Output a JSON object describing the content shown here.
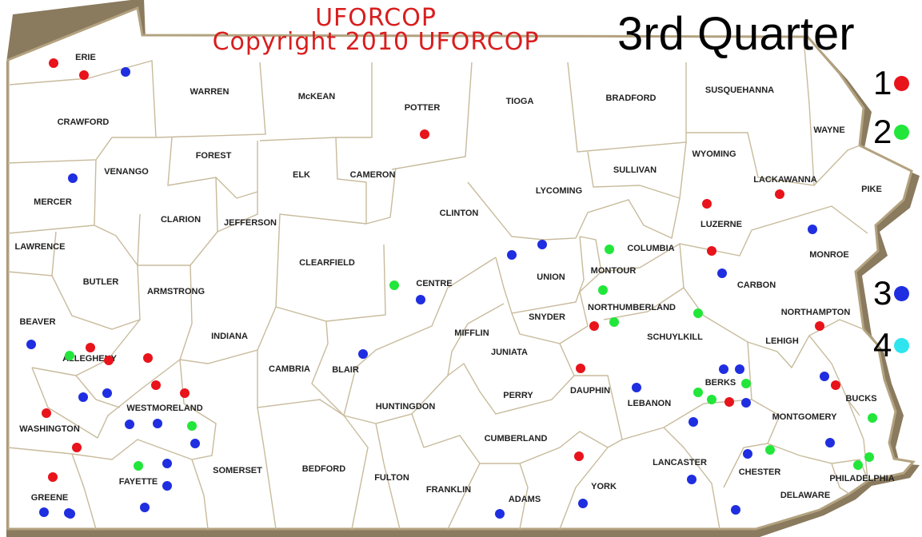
{
  "title": {
    "line1": "UFORCOP",
    "line2": "Copyright 2010 UFORCOP",
    "quarter": "3rd Quarter"
  },
  "legend": [
    {
      "label": "1",
      "color": "#e8131b"
    },
    {
      "label": "2",
      "color": "#22e63a"
    },
    {
      "label": "3",
      "color": "#1f2ee0"
    },
    {
      "label": "4",
      "color": "#2ee4ee"
    }
  ],
  "counties": [
    "ERIE",
    "WARREN",
    "McKEAN",
    "POTTER",
    "TIOGA",
    "BRADFORD",
    "SUSQUEHANNA",
    "CRAWFORD",
    "WAYNE",
    "FOREST",
    "VENANGO",
    "ELK",
    "CAMERON",
    "SULLIVAN",
    "WYOMING",
    "LACKAWANNA",
    "MERCER",
    "LYCOMING",
    "PIKE",
    "CLARION",
    "JEFFERSON",
    "CLINTON",
    "LUZERNE",
    "LAWRENCE",
    "COLUMBIA",
    "CLEARFIELD",
    "MONROE",
    "UNION",
    "MONTOUR",
    "BUTLER",
    "ARMSTRONG",
    "CENTRE",
    "CARBON",
    "NORTHUMBERLAND",
    "NORTHAMPTON",
    "BEAVER",
    "SNYDER",
    "MIFFLIN",
    "INDIANA",
    "SCHUYLKILL",
    "LEHIGH",
    "JUNIATA",
    "ALLEGHENY",
    "CAMBRIA",
    "BLAIR",
    "BERKS",
    "DAUPHIN",
    "PERRY",
    "WESTMORELAND",
    "HUNTINGDON",
    "LEBANON",
    "BUCKS",
    "WASHINGTON",
    "MONTGOMERY",
    "CUMBERLAND",
    "LANCASTER",
    "FAYETTE",
    "SOMERSET",
    "BEDFORD",
    "FULTON",
    "CHESTER",
    "PHILADELPHIA",
    "GREENE",
    "FRANKLIN",
    "ADAMS",
    "YORK",
    "DELAWARE"
  ]
}
